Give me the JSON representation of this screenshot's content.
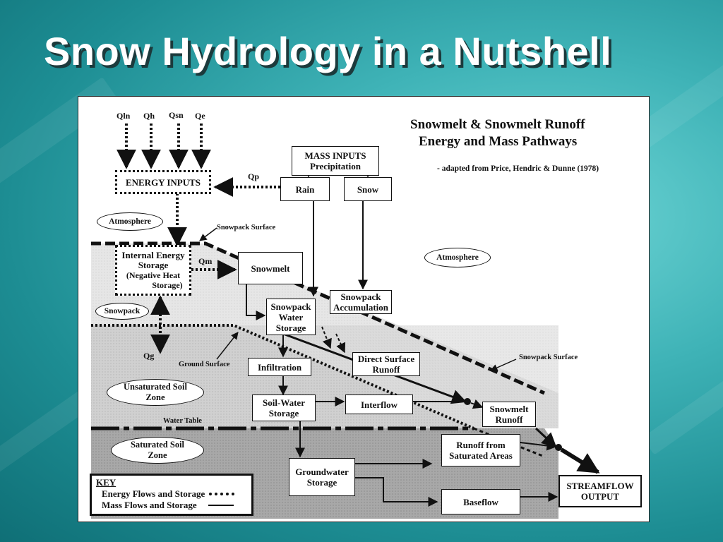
{
  "slide": {
    "title": "Snow Hydrology in a Nutshell"
  },
  "figure": {
    "title_line1": "Snowmelt & Snowmelt Runoff",
    "title_line2": "Energy and Mass Pathways",
    "credit": "- adapted from Price, Hendric & Dunne (1978)",
    "flux_labels": {
      "qln": "Qln",
      "qh": "Qh",
      "qsn": "Qsn",
      "qe": "Qe",
      "qp": "Qp",
      "qm": "Qm",
      "qg": "Qg"
    },
    "boxes": {
      "energy_inputs": "ENERGY INPUTS",
      "mass_inputs_1": "MASS INPUTS",
      "mass_inputs_2": "Precipitation",
      "rain": "Rain",
      "snow": "Snow",
      "internal_energy_1": "Internal Energy",
      "internal_energy_2": "Storage",
      "internal_energy_3": "(Negative Heat",
      "internal_energy_4": "Storage)",
      "snowmelt": "Snowmelt",
      "snowpack_accum_1": "Snowpack",
      "snowpack_accum_2": "Accumulation",
      "snowpack_water_1": "Snowpack",
      "snowpack_water_2": "Water",
      "snowpack_water_3": "Storage",
      "infiltration": "Infiltration",
      "direct_runoff_1": "Direct Surface",
      "direct_runoff_2": "Runoff",
      "soil_water_1": "Soil-Water",
      "soil_water_2": "Storage",
      "interflow": "Interflow",
      "snowmelt_runoff_1": "Snowmelt",
      "snowmelt_runoff_2": "Runoff",
      "runoff_saturated_1": "Runoff from",
      "runoff_saturated_2": "Saturated Areas",
      "groundwater_1": "Groundwater",
      "groundwater_2": "Storage",
      "baseflow": "Baseflow",
      "streamflow_1": "STREAMFLOW",
      "streamflow_2": "OUTPUT"
    },
    "ovals": {
      "atmosphere_left": "Atmosphere",
      "atmosphere_right": "Atmosphere",
      "snowpack": "Snowpack",
      "unsaturated_1": "Unsaturated Soil",
      "unsaturated_2": "Zone",
      "saturated_1": "Saturated Soil",
      "saturated_2": "Zone"
    },
    "annotations": {
      "snowpack_surface_top": "Snowpack Surface",
      "snowpack_surface_right": "Snowpack Surface",
      "ground_surface": "Ground Surface",
      "water_table": "Water Table"
    },
    "key": {
      "title": "KEY",
      "energy": "Energy Flows and Storage",
      "mass": "Mass Flows and Storage"
    }
  }
}
